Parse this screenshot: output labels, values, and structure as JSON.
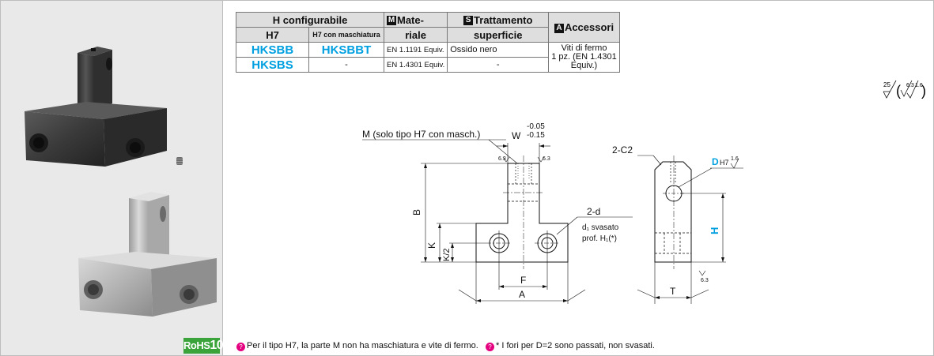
{
  "table": {
    "h_configurabile": "H configurabile",
    "h7": "H7",
    "h7_maschiatura": "H7 con maschiatura",
    "materiale_badge": "M",
    "materiale_l1": "Mate-",
    "materiale_l2": "riale",
    "trattamento_badge": "S",
    "trattamento_l1": "Trattamento",
    "trattamento_l2": "superficie",
    "accessori_badge": "A",
    "accessori": "Accessori",
    "rows": [
      {
        "h7": "HKSBB",
        "h7m": "HKSBBT",
        "material": "EN 1.1191 Equiv.",
        "treatment": "Ossido nero"
      },
      {
        "h7": "HKSBS",
        "h7m": "-",
        "material": "EN 1.4301 Equiv.",
        "treatment": "-"
      }
    ],
    "accessori_value_l1": "Viti di fermo",
    "accessori_value_l2": "1 pz. (EN 1.4301",
    "accessori_value_l3": "Equiv.)"
  },
  "roughness": {
    "main": "25",
    "a": "6.3",
    "b": "1.6"
  },
  "drawing": {
    "m_label": "M (solo tipo H7 con masch.)",
    "w_label": "W",
    "tol_top": "-0.05",
    "tol_bottom": "-0.15",
    "rough_63_left": "6.3",
    "rough_63_right": "6.3",
    "b_label": "B",
    "k_label": "K",
    "k2_label": "K/2",
    "hole_label": "2-d",
    "hole_note_1": "d₁ svasato",
    "hole_note_2": "prof. H₁(*)",
    "f_label": "F",
    "a_label": "A",
    "c2_label": "2-C2",
    "d_label": "D",
    "d_tol": "H7",
    "d_rough": "1.6",
    "h_label": "H",
    "t_label": "T",
    "rough_bottom": "6.3"
  },
  "rohs": {
    "text": "RoHS",
    "num": "10"
  },
  "notes": {
    "note1": "Per il tipo H7, la parte M non ha maschiatura e vite di fermo.",
    "note2": "* I fori per D=2 sono passati, non svasati."
  }
}
